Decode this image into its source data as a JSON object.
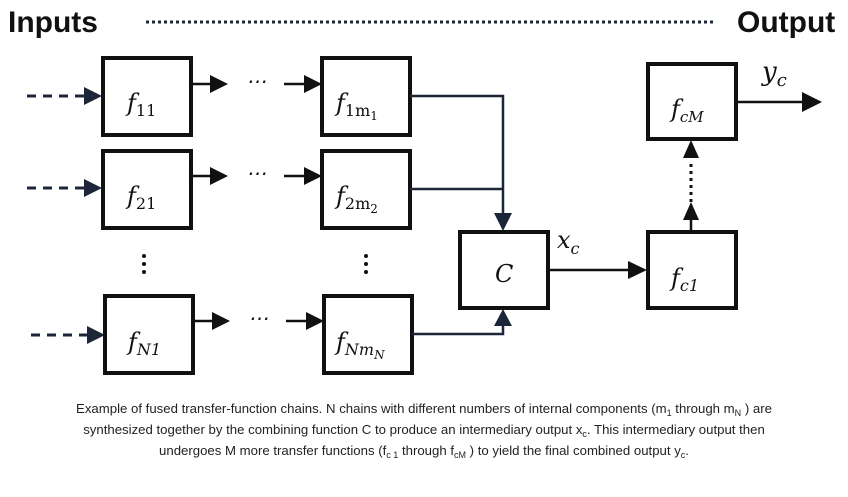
{
  "header": {
    "left_label": "Inputs",
    "right_label": "Output"
  },
  "chains": [
    {
      "id": "chain-1",
      "first": {
        "base": "f",
        "sub": "11"
      },
      "last": {
        "base": "f",
        "sub": "1m",
        "subsub": "1"
      }
    },
    {
      "id": "chain-2",
      "first": {
        "base": "f",
        "sub": "21"
      },
      "last": {
        "base": "f",
        "sub": "2m",
        "subsub": "2"
      }
    },
    {
      "id": "chain-N",
      "first": {
        "base": "f",
        "sub": "N1"
      },
      "last": {
        "base": "f",
        "sub": "Nm",
        "subsub": "N"
      }
    }
  ],
  "ellipsis": {
    "horizontal": "⋯",
    "vertical": "⋮"
  },
  "combiner": {
    "label": "C"
  },
  "intermediate": {
    "base": "x",
    "sub": "c"
  },
  "post_chain": [
    {
      "base": "f",
      "sub": "c1"
    },
    {
      "base": "f",
      "sub": "cM"
    }
  ],
  "output": {
    "base": "y",
    "sub": "c"
  },
  "caption": {
    "parts": [
      {
        "t": "Example of fused transfer-function chains. N chains with different numbers of internal components (m"
      },
      {
        "sub": "1"
      },
      {
        "t": " through m"
      },
      {
        "sub": "N"
      },
      {
        "t": " ) are synthesized together by the combining function C to produce an intermediary output x"
      },
      {
        "sub": "c"
      },
      {
        "t": ". This intermediary output then undergoes M more transfer functions (f"
      },
      {
        "sub": "c 1"
      },
      {
        "t": " through f"
      },
      {
        "sub": "cM"
      },
      {
        "t": " ) to yield the final combined output y"
      },
      {
        "sub": "c"
      },
      {
        "t": "."
      }
    ]
  },
  "colors": {
    "box_stroke": "#111111",
    "connector_navy": "#1c2638",
    "text": "#111111",
    "caption_text": "#222222"
  }
}
